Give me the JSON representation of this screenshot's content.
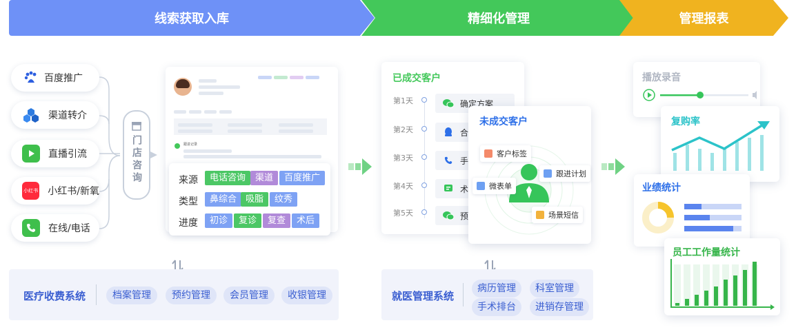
{
  "stages": [
    "线索获取入库",
    "精细化管理",
    "管理报表"
  ],
  "sources": [
    {
      "label": "百度推广",
      "icon": "baidu-paw-icon"
    },
    {
      "label": "渠道转介",
      "icon": "cubes-icon"
    },
    {
      "label": "直播引流",
      "icon": "live-tv-icon"
    },
    {
      "label": "小红书/新氧",
      "icon": "xiaohongshu-icon",
      "icon_text": "小红书"
    },
    {
      "label": "在线/电话",
      "icon": "phone-icon"
    }
  ],
  "store_label": "门店咨询",
  "lead_card": {
    "followup_label": "跟进记录",
    "rows": [
      {
        "label": "来源",
        "tags": [
          {
            "text": "电话咨询",
            "color": "#4cc765"
          },
          {
            "text": "渠道",
            "color": "#b18ad9"
          },
          {
            "text": "百度推广",
            "color": "#7ea2f4"
          }
        ]
      },
      {
        "label": "类型",
        "tags": [
          {
            "text": "鼻综合",
            "color": "#7ea2f4"
          },
          {
            "text": "吸脂",
            "color": "#4cc765"
          },
          {
            "text": "纹秀",
            "color": "#7ea2f4"
          }
        ]
      },
      {
        "label": "进度",
        "tags": [
          {
            "text": "初诊",
            "color": "#7ea2f4"
          },
          {
            "text": "复诊",
            "color": "#4cc765"
          },
          {
            "text": "复查",
            "color": "#b18ad9"
          },
          {
            "text": "术后",
            "color": "#7ea2f4"
          }
        ]
      }
    ]
  },
  "system1": {
    "title": "医疗收费系统",
    "items": [
      "档案管理",
      "预约管理",
      "会员管理",
      "收银管理"
    ]
  },
  "deal_card": {
    "title": "已成交客户",
    "days": [
      "第1天",
      "第2天",
      "第3天",
      "第4天",
      "第5天"
    ],
    "steps": [
      "确定方案",
      "合同",
      "手术",
      "术后",
      "预约"
    ]
  },
  "undeal_card": {
    "title": "未成交客户",
    "chips": [
      "客户标签",
      "跟进计划",
      "微表单",
      "场景短信"
    ]
  },
  "system2": {
    "title": "就医管理系统",
    "items": [
      "病历管理",
      "科室管理",
      "手术排台",
      "进销存管理"
    ]
  },
  "reports": {
    "audio": "播放录音",
    "repurchase": "复购率",
    "performance": "业绩统计",
    "workload": "员工工作量统计"
  },
  "colors": {
    "blue": "#6e91f7",
    "green": "#43c85a",
    "orange": "#f0b31f",
    "teal": "#2cc3c9"
  }
}
